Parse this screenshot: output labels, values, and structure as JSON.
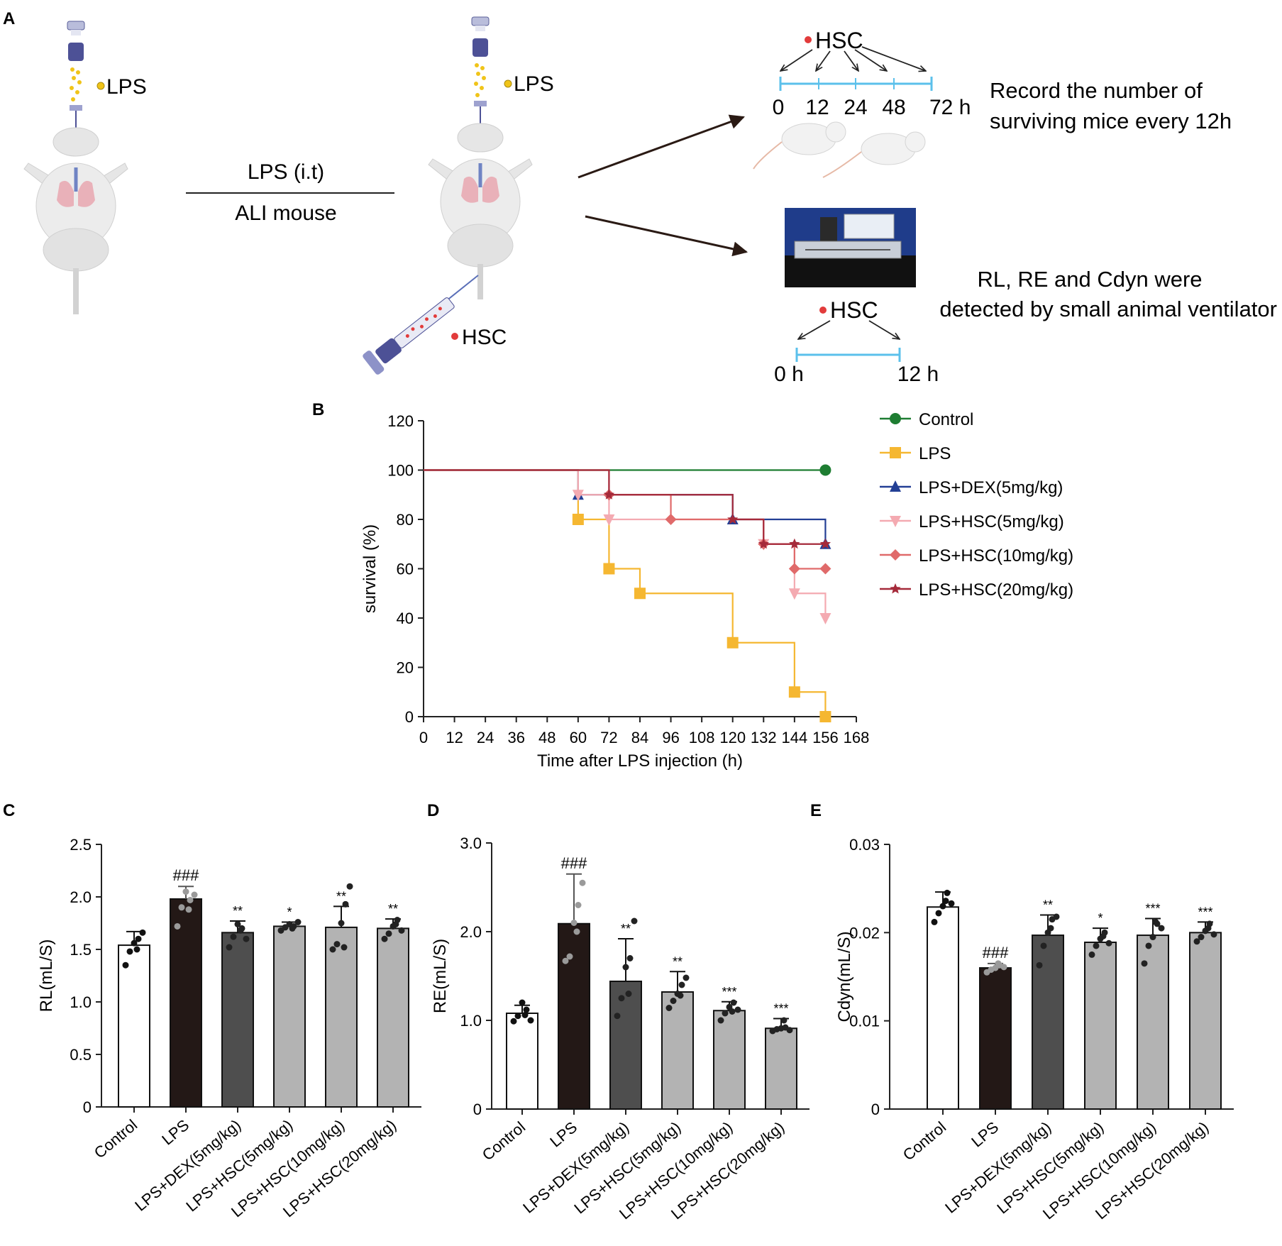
{
  "panels": {
    "a": {
      "letter": "A"
    },
    "b": {
      "letter": "B"
    },
    "c": {
      "letter": "C"
    },
    "d": {
      "letter": "D"
    },
    "e": {
      "letter": "E"
    }
  },
  "schematic": {
    "lps_label": "LPS",
    "lps_label_2": "LPS",
    "hsc_label": "HSC",
    "route_label": "LPS  (i.t)",
    "model_label": "ALI mouse",
    "timeline1": {
      "hsc_label": "HSC",
      "ticks": [
        "0",
        "12",
        "24",
        "48",
        "72 h"
      ],
      "note_line1": "Record the number of",
      "note_line2": "surviving mice every 12h"
    },
    "timeline2": {
      "hsc_label": "HSC",
      "ticks": [
        "0 h",
        "12 h"
      ],
      "note_line1": "RL, RE and Cdyn were",
      "note_line2": "detected by small animal ventilator"
    }
  },
  "colors": {
    "control": "#1e7d32",
    "lps": "#f5b731",
    "dex": "#233f95",
    "hsc5": "#f4aab1",
    "hsc10": "#e06a6a",
    "hsc20": "#a52a3a",
    "bar_control": "#ffffff",
    "bar_lps": "#231816",
    "bar_dex": "#4e4e4e",
    "bar_hsc": "#b3b3b3",
    "timeline": "#5bc0eb",
    "hsc_dot": "#e23b3b",
    "lps_dot": "#f0c419"
  },
  "chart_data": [
    {
      "id": "B",
      "type": "line",
      "step": true,
      "xlabel": "Time after LPS injection (h)",
      "ylabel": "survival (%)",
      "xlim": [
        0,
        168
      ],
      "ylim": [
        0,
        120
      ],
      "xticks": [
        0,
        12,
        24,
        36,
        48,
        60,
        72,
        84,
        96,
        108,
        120,
        132,
        144,
        156,
        168
      ],
      "yticks": [
        0,
        20,
        40,
        60,
        80,
        100,
        120
      ],
      "legend_position": "right",
      "series": [
        {
          "name": "Control",
          "marker": "circle",
          "color_key": "control",
          "points": [
            [
              0,
              100
            ],
            [
              156,
              100
            ]
          ]
        },
        {
          "name": "LPS",
          "marker": "square",
          "color_key": "lps",
          "points": [
            [
              0,
              100
            ],
            [
              60,
              80
            ],
            [
              72,
              60
            ],
            [
              84,
              50
            ],
            [
              120,
              30
            ],
            [
              144,
              10
            ],
            [
              156,
              0
            ]
          ]
        },
        {
          "name": "LPS+DEX(5mg/kg)",
          "marker": "triangle-up",
          "color_key": "dex",
          "points": [
            [
              0,
              100
            ],
            [
              60,
              90
            ],
            [
              120,
              80
            ],
            [
              156,
              70
            ]
          ]
        },
        {
          "name": "LPS+HSC(5mg/kg)",
          "marker": "triangle-down",
          "color_key": "hsc5",
          "points": [
            [
              0,
              100
            ],
            [
              60,
              90
            ],
            [
              72,
              80
            ],
            [
              132,
              70
            ],
            [
              144,
              50
            ],
            [
              156,
              40
            ]
          ]
        },
        {
          "name": "LPS+HSC(10mg/kg)",
          "marker": "diamond",
          "color_key": "hsc10",
          "points": [
            [
              0,
              100
            ],
            [
              72,
              90
            ],
            [
              96,
              80
            ],
            [
              132,
              70
            ],
            [
              144,
              60
            ],
            [
              156,
              60
            ]
          ]
        },
        {
          "name": "LPS+HSC(20mg/kg)",
          "marker": "star",
          "color_key": "hsc20",
          "points": [
            [
              0,
              100
            ],
            [
              72,
              90
            ],
            [
              120,
              80
            ],
            [
              132,
              70
            ],
            [
              144,
              70
            ],
            [
              156,
              70
            ]
          ]
        }
      ]
    },
    {
      "id": "C",
      "type": "bar",
      "ylabel": "RL(mL/S)",
      "ylim": [
        0,
        2.5
      ],
      "yticks": [
        "0",
        "0.5",
        "1.0",
        "1.5",
        "2.0",
        "2.5"
      ],
      "yvals": [
        0,
        0.5,
        1.0,
        1.5,
        2.0,
        2.5
      ],
      "categories": [
        "Control",
        "LPS",
        "LPS+DEX(5mg/kg)",
        "LPS+HSC(5mg/kg)",
        "LPS+HSC(10mg/kg)",
        "LPS+HSC(20mg/kg)"
      ],
      "values": [
        1.54,
        1.98,
        1.66,
        1.72,
        1.71,
        1.7
      ],
      "errors": [
        0.13,
        0.12,
        0.11,
        0.04,
        0.2,
        0.09
      ],
      "annotations": [
        "",
        "###",
        "**",
        "*",
        "**",
        "**"
      ],
      "points": [
        [
          1.35,
          1.48,
          1.56,
          1.6,
          1.66,
          1.5
        ],
        [
          1.72,
          1.9,
          2.05,
          1.97,
          2.02,
          1.88
        ],
        [
          1.52,
          1.62,
          1.74,
          1.7,
          1.6,
          1.68
        ],
        [
          1.68,
          1.71,
          1.74,
          1.72,
          1.76,
          1.7
        ],
        [
          1.5,
          1.55,
          1.75,
          1.93,
          2.1,
          1.52
        ],
        [
          1.6,
          1.65,
          1.72,
          1.78,
          1.68,
          1.74
        ]
      ]
    },
    {
      "id": "D",
      "type": "bar",
      "ylabel": "RE(mL/S)",
      "ylim": [
        0,
        3.0
      ],
      "yticks": [
        "0",
        "1.0",
        "2.0",
        "3.0"
      ],
      "yvals": [
        0,
        1.0,
        2.0,
        3.0
      ],
      "categories": [
        "Control",
        "LPS",
        "LPS+DEX(5mg/kg)",
        "LPS+HSC(5mg/kg)",
        "LPS+HSC(10mg/kg)",
        "LPS+HSC(20mg/kg)"
      ],
      "values": [
        1.08,
        2.09,
        1.44,
        1.32,
        1.11,
        0.91
      ],
      "errors": [
        0.09,
        0.56,
        0.48,
        0.23,
        0.1,
        0.11
      ],
      "annotations": [
        "",
        "###",
        "**",
        "**",
        "***",
        "***"
      ],
      "points": [
        [
          0.99,
          1.05,
          1.2,
          1.12,
          1.0,
          1.06
        ],
        [
          1.67,
          1.72,
          2.1,
          2.3,
          2.55,
          2.0
        ],
        [
          1.05,
          1.25,
          1.6,
          1.7,
          2.12,
          1.3
        ],
        [
          1.14,
          1.22,
          1.3,
          1.4,
          1.48,
          1.28
        ],
        [
          1.0,
          1.08,
          1.15,
          1.2,
          1.12,
          1.1
        ],
        [
          0.88,
          0.9,
          0.91,
          0.92,
          0.89,
          1.0
        ]
      ]
    },
    {
      "id": "E",
      "type": "bar",
      "ylabel": "Cdyn(mL/S)",
      "ylim": [
        0,
        0.03
      ],
      "yticks": [
        "0",
        "0.01",
        "0.02",
        "0.03"
      ],
      "yvals": [
        0,
        0.01,
        0.02,
        0.03
      ],
      "categories": [
        "Control",
        "LPS",
        "LPS+DEX(5mg/kg)",
        "LPS+HSC(5mg/kg)",
        "LPS+HSC(10mg/kg)",
        "LPS+HSC(20mg/kg)"
      ],
      "values": [
        0.0229,
        0.016,
        0.0197,
        0.0189,
        0.0197,
        0.02
      ],
      "errors": [
        0.0017,
        0.0005,
        0.0023,
        0.0016,
        0.0019,
        0.0012
      ],
      "annotations": [
        "",
        "###",
        "**",
        "*",
        "***",
        "***"
      ],
      "points": [
        [
          0.0212,
          0.0222,
          0.023,
          0.0245,
          0.0233,
          0.0236
        ],
        [
          0.0155,
          0.0158,
          0.016,
          0.0163,
          0.0161,
          0.0165
        ],
        [
          0.0163,
          0.0185,
          0.02,
          0.0215,
          0.0218,
          0.0205
        ],
        [
          0.0175,
          0.0185,
          0.0193,
          0.02,
          0.0188,
          0.0196
        ],
        [
          0.0165,
          0.0185,
          0.0195,
          0.021,
          0.0205,
          0.0212
        ],
        [
          0.019,
          0.0195,
          0.0202,
          0.021,
          0.0198,
          0.0205
        ]
      ]
    }
  ]
}
